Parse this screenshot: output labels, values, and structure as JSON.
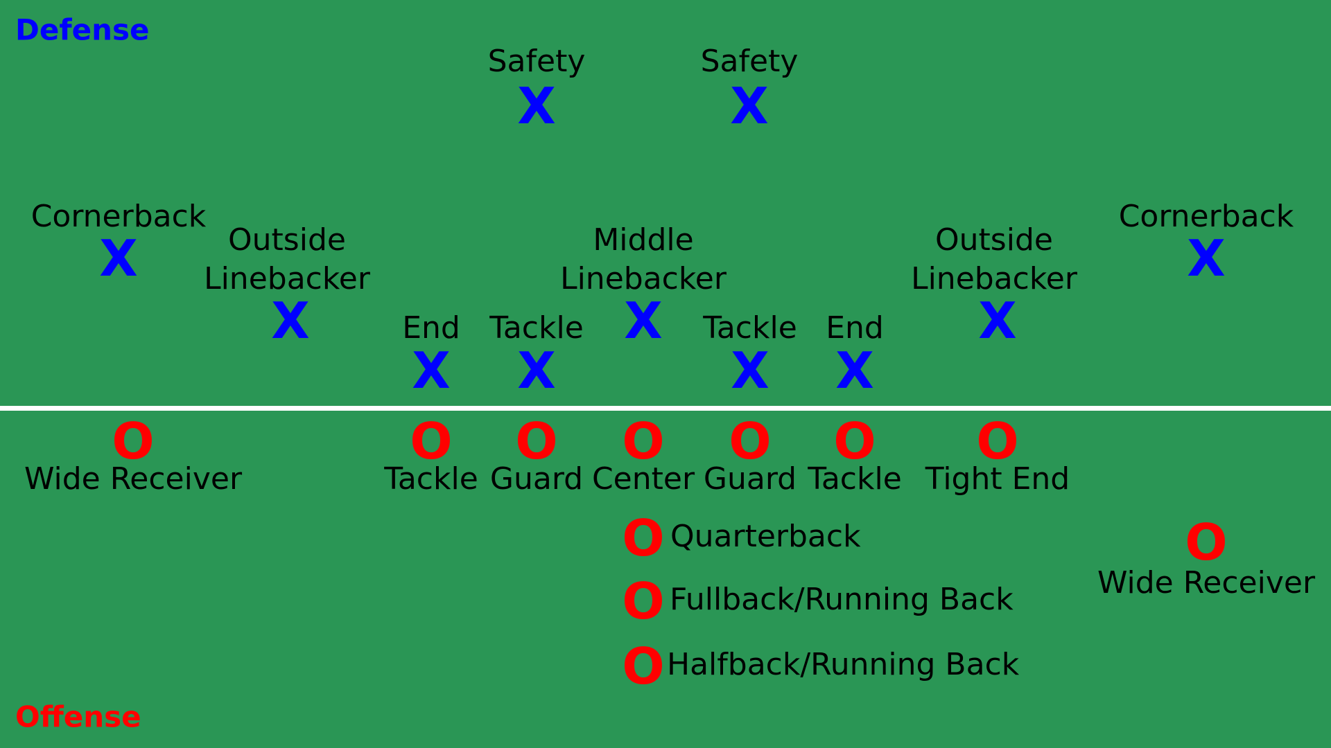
{
  "titles": {
    "defense": "Defense",
    "offense": "Offense"
  },
  "colors": {
    "field": "#2a9655",
    "defense": "#0000ff",
    "offense": "#ff0000",
    "line_of_scrimmage": "#ffffff"
  },
  "defense_mark": "X",
  "offense_mark": "O",
  "defense": [
    {
      "label": "Safety"
    },
    {
      "label": "Safety"
    },
    {
      "label": "Cornerback"
    },
    {
      "label": "Cornerback"
    },
    {
      "label": "Outside\nLinebacker"
    },
    {
      "label": "Middle\nLinebacker"
    },
    {
      "label": "Outside\nLinebacker"
    },
    {
      "label": "End"
    },
    {
      "label": "Tackle"
    },
    {
      "label": "Tackle"
    },
    {
      "label": "End"
    }
  ],
  "offense": [
    {
      "label": "Wide Receiver"
    },
    {
      "label": "Tackle"
    },
    {
      "label": "Guard"
    },
    {
      "label": "Center"
    },
    {
      "label": "Guard"
    },
    {
      "label": "Tackle"
    },
    {
      "label": "Tight End"
    },
    {
      "label": "Quarterback"
    },
    {
      "label": "Fullback/Running Back"
    },
    {
      "label": "Halfback/Running Back"
    },
    {
      "label": "Wide Receiver"
    }
  ]
}
